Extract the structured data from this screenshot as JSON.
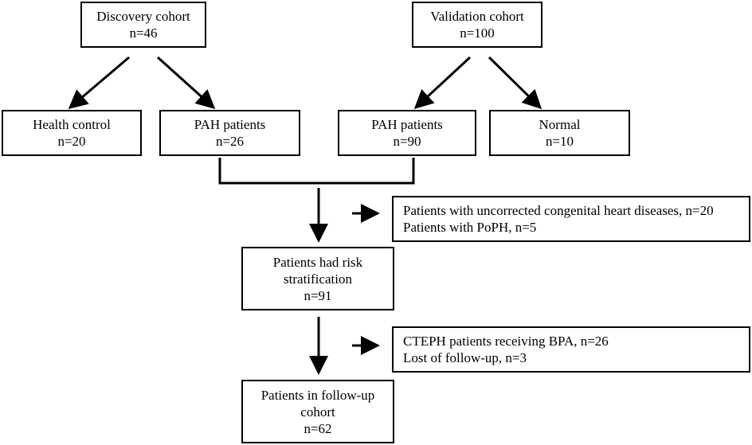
{
  "nodes": {
    "discovery": {
      "lines": [
        "Discovery cohort",
        "n=46"
      ]
    },
    "validation": {
      "lines": [
        "Validation cohort",
        "n=100"
      ]
    },
    "health_control": {
      "lines": [
        "Health control",
        "n=20"
      ]
    },
    "pah_discovery": {
      "lines": [
        "PAH  patients",
        "n=26"
      ]
    },
    "pah_validation": {
      "lines": [
        "PAH  patients",
        "n=90"
      ]
    },
    "normal": {
      "lines": [
        "Normal",
        "n=10"
      ]
    },
    "exclusion_1": {
      "lines": [
        "Patients with uncorrected congenital heart diseases, n=20",
        "Patients with PoPH, n=5"
      ]
    },
    "risk_stratification": {
      "lines": [
        "Patients had risk",
        "stratification",
        "n=91"
      ]
    },
    "exclusion_2": {
      "lines": [
        "CTEPH patients receiving BPA, n=26",
        "Lost of follow-up, n=3"
      ]
    },
    "follow_up": {
      "lines": [
        "Patients in follow-up",
        "cohort",
        "n=62"
      ]
    }
  },
  "colors": {
    "line": "#000000",
    "background": "#ffffff"
  }
}
